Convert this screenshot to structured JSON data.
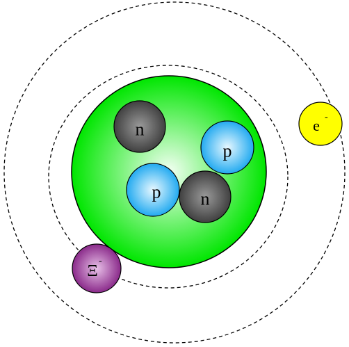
{
  "particles": {
    "neutron_label": "n",
    "proton_label": "p",
    "electron_symbol": "e",
    "electron_charge": "-",
    "xi_symbol": "Ξ",
    "xi_charge": "-"
  },
  "colors": {
    "nucleus_center": "#f4fff4",
    "nucleus_edge": "#00e600",
    "neutron_center": "#9a9a9a",
    "neutron_edge": "#404040",
    "proton_center": "#e8f8ff",
    "proton_edge": "#22aaf0",
    "electron": "#ffff00",
    "xi_center": "#e8c0e8",
    "xi_edge": "#8a2a8a",
    "orbit_stroke": "#000000"
  }
}
